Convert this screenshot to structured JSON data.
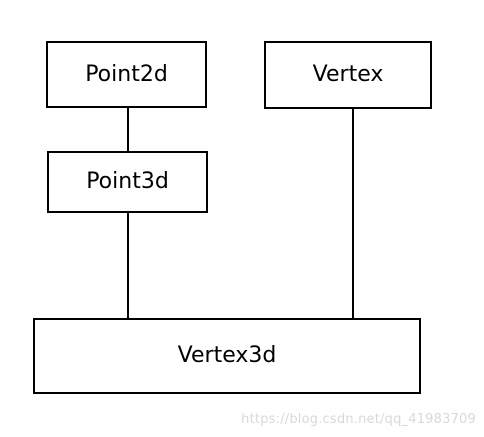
{
  "diagram": {
    "nodes": [
      {
        "id": "point2d",
        "label": "Point2d"
      },
      {
        "id": "vertex",
        "label": "Vertex"
      },
      {
        "id": "point3d",
        "label": "Point3d"
      },
      {
        "id": "vertex3d",
        "label": "Vertex3d"
      }
    ],
    "edges": [
      {
        "from": "point2d",
        "to": "point3d"
      },
      {
        "from": "point3d",
        "to": "vertex3d"
      },
      {
        "from": "vertex",
        "to": "vertex3d"
      }
    ]
  },
  "watermark": {
    "text": "https://blog.csdn.net/qq_41983709"
  }
}
